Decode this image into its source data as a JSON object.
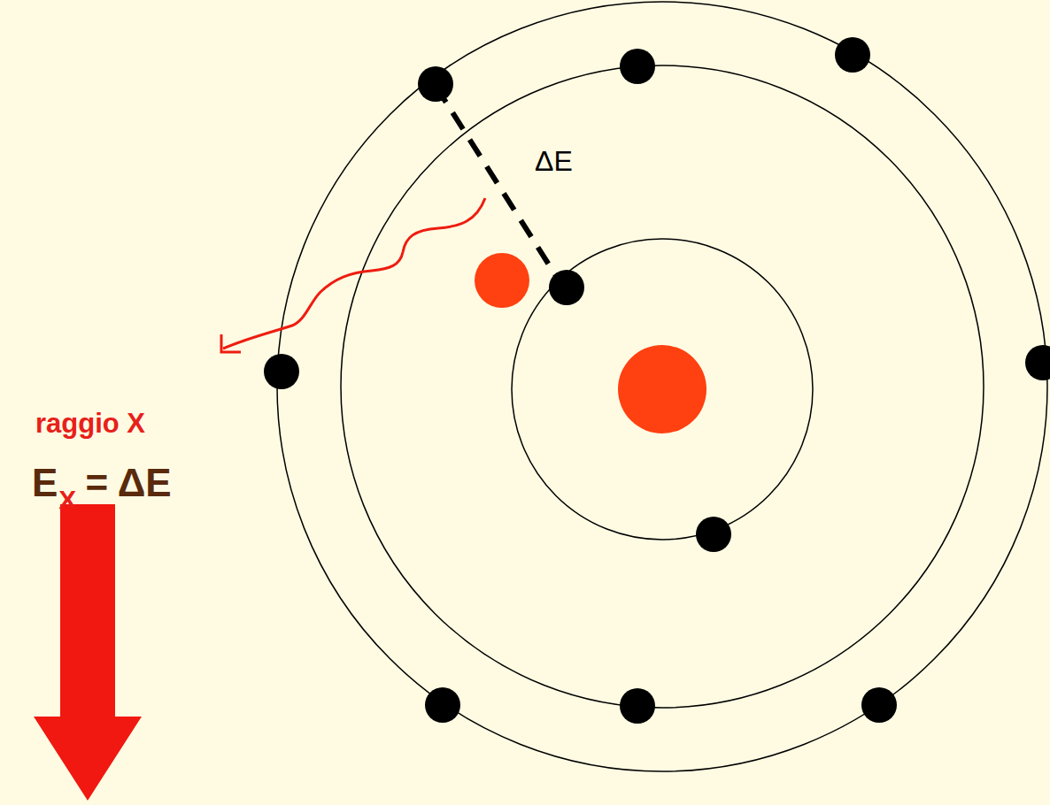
{
  "diagram": {
    "labels": [
      "ΔE",
      "raggio X",
      "E",
      "X",
      "= ΔE"
    ]
  }
}
